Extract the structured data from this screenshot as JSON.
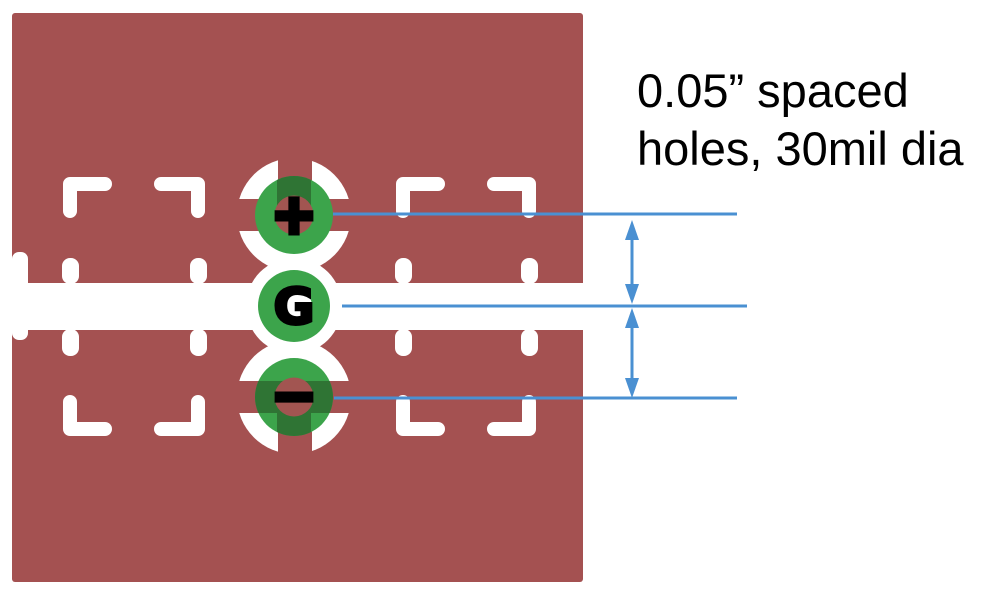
{
  "annotation": {
    "line1": "0.05” spaced",
    "line2": "holes, 30mil dia"
  },
  "pads": [
    {
      "id": "positive",
      "label": "+"
    },
    {
      "id": "ground",
      "label": "G"
    },
    {
      "id": "negative",
      "label": "−"
    }
  ],
  "colors": {
    "board_red": "#a45151",
    "cutout_white": "#ffffff",
    "pad_green": "#3ca44b",
    "pad_green_dark": "#2f7434",
    "hole_red": "#a25551",
    "dimension_blue": "#4a90d2",
    "text_black": "#000000"
  }
}
